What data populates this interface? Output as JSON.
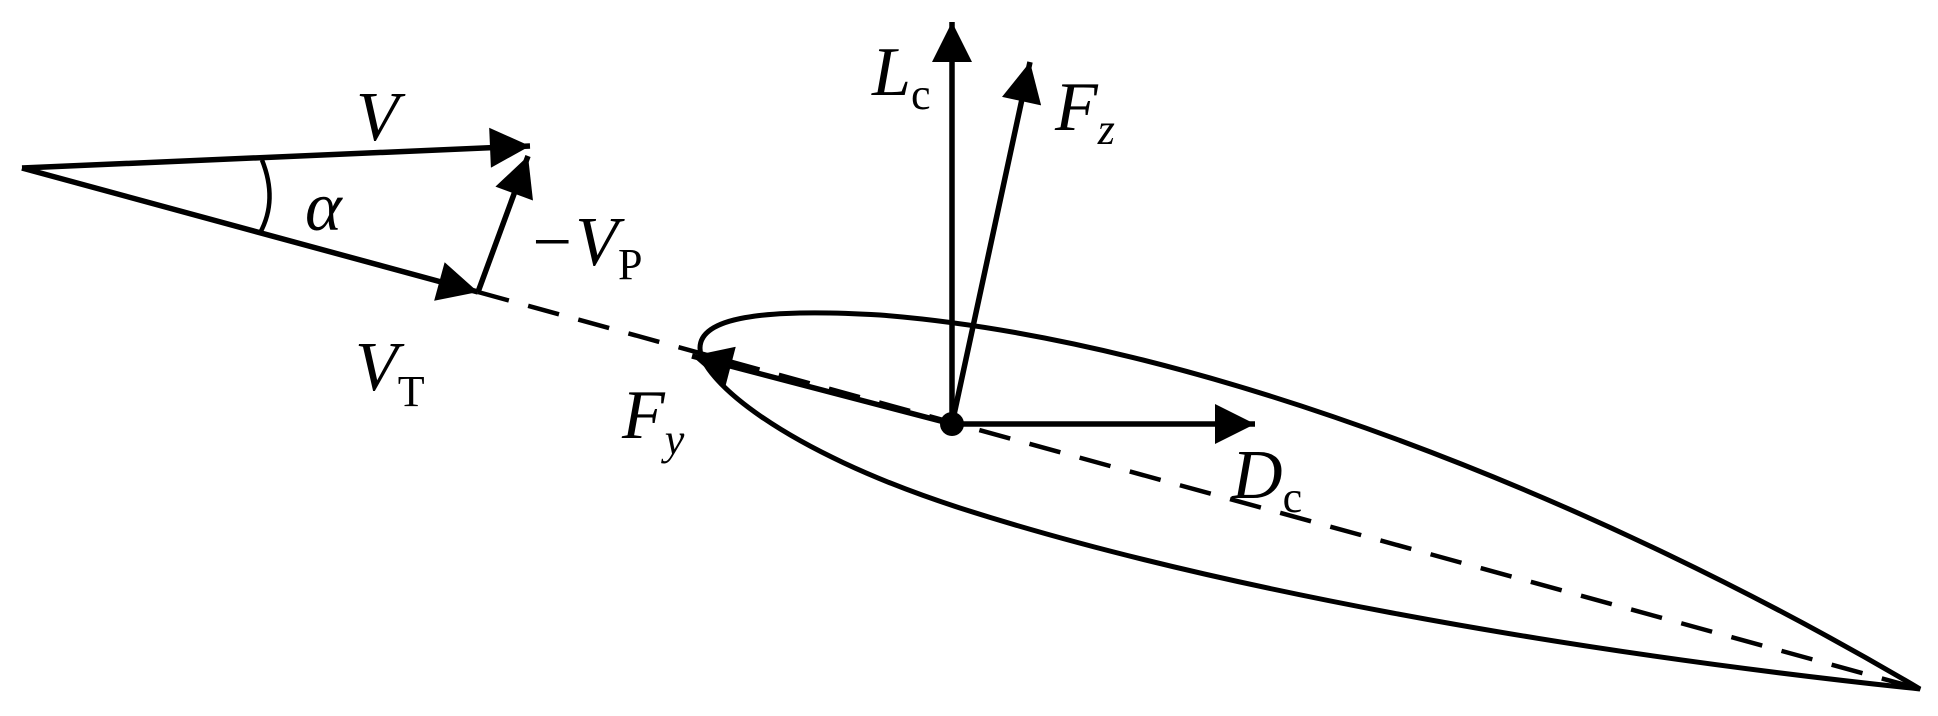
{
  "diagram": {
    "colors": {
      "stroke": "#000000",
      "background": "#ffffff"
    },
    "labels": {
      "v": {
        "main": "V",
        "sub": ""
      },
      "alpha": {
        "main": "α",
        "sub": ""
      },
      "vp": {
        "main": "−V",
        "sub": "P"
      },
      "vt": {
        "main": "V",
        "sub": "T"
      },
      "lc": {
        "main": "L",
        "sub": "c"
      },
      "fz": {
        "main": "F",
        "sub": "z"
      },
      "fy": {
        "main": "F",
        "sub": "y"
      },
      "dc": {
        "main": "D",
        "sub": "c"
      }
    }
  }
}
